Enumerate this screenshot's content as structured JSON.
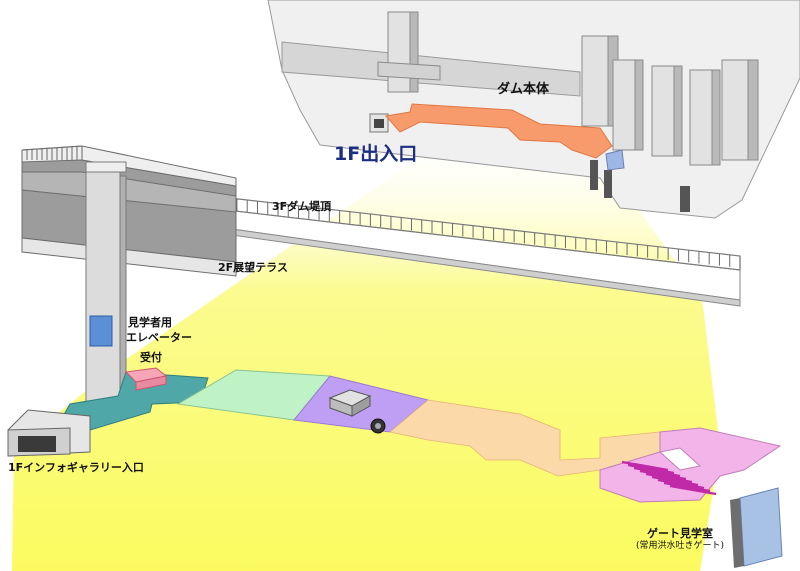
{
  "labels": {
    "dam_body": "ダム本体",
    "entrance_1f": "1F出入口",
    "crest_3f": "3Fダム堤頂",
    "terrace_2f": "2F展望テラス",
    "elevator_line1": "見学者用",
    "elevator_line2": "エレベーター",
    "reception": "受付",
    "gallery_entrance": "1Fインフォギャラリー入口",
    "gate_room": "ゲート見学室",
    "gate_room_note": "(常用洪水吐きゲート)"
  },
  "colors": {
    "highlight_cone": "#fbfb80",
    "route_orange": "#f79b6d",
    "route_peach": "#fbd9a8",
    "route_teal": "#4fa7a7",
    "zone_green": "#bff3c6",
    "zone_purple": "#bf9ff3",
    "zone_pink": "#f3b4ea",
    "elevator_blue": "#5b8fd6",
    "structure_gray": "#d9d9d9",
    "structure_dark": "#7f7f7f",
    "label_blue": "#1c2f82"
  }
}
